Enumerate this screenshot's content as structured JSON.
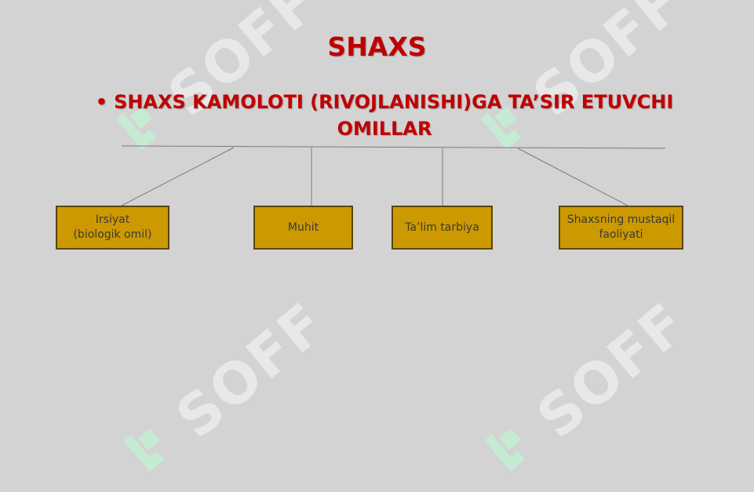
{
  "watermark": {
    "text": "SOFF"
  },
  "slide": {
    "title": "SHAXS",
    "subtitle_line1": "SHAXS KAMOLOTI (RIVOJLANISHI)GA TA’SIR ETUVCHI",
    "subtitle_line2": "OMILLAR"
  },
  "factors": [
    {
      "line1": "Irsiyat",
      "line2": "(biologik omil)"
    },
    {
      "line1": "Muhit",
      "line2": ""
    },
    {
      "line1": "Ta’lim tarbiya",
      "line2": ""
    },
    {
      "line1": "Shaxsning mustaqil",
      "line2": "faoliyati"
    }
  ],
  "colors": {
    "title": "#c00000",
    "box_fill": "#cc9900",
    "box_border": "#5a4500",
    "background": "#d3d3d3",
    "watermark": "#e8e8e8",
    "watermark_mark": "#c5ebd3"
  }
}
